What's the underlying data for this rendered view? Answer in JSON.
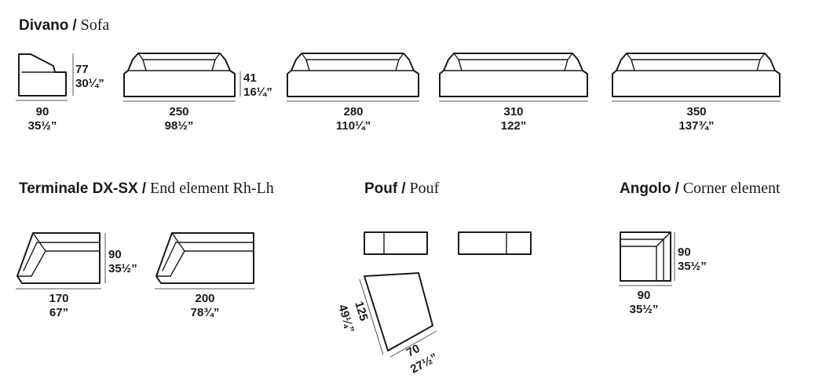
{
  "sections": {
    "sofa": {
      "title_it": "Divano",
      "title_en": "Sofa"
    },
    "end": {
      "title_it": "Terminale DX-SX",
      "title_en": "End element Rh-Lh"
    },
    "pouf": {
      "title_it": "Pouf",
      "title_en": "Pouf"
    },
    "corner": {
      "title_it": "Angolo",
      "title_en": "Corner element"
    }
  },
  "separator": "/",
  "dims": {
    "sofa_side_w": {
      "cm": "90",
      "in": "35½”"
    },
    "sofa_side_h": {
      "cm": "77",
      "in": "30¼”"
    },
    "sofa_seat_h": {
      "cm": "41",
      "in": "16¼”"
    },
    "sofa_250": {
      "cm": "250",
      "in": "98½”"
    },
    "sofa_280": {
      "cm": "280",
      "in": "110¼”"
    },
    "sofa_310": {
      "cm": "310",
      "in": "122”"
    },
    "sofa_350": {
      "cm": "350",
      "in": "137¾”"
    },
    "end_depth": {
      "cm": "90",
      "in": "35½”"
    },
    "end_170": {
      "cm": "170",
      "in": "67”"
    },
    "end_200": {
      "cm": "200",
      "in": "78¾”"
    },
    "pouf_125": {
      "cm": "125",
      "in": "49¼”"
    },
    "pouf_70": {
      "cm": "70",
      "in": "27½”"
    },
    "corner_depth": {
      "cm": "90",
      "in": "35½”"
    },
    "corner_w": {
      "cm": "90",
      "in": "35½”"
    }
  }
}
